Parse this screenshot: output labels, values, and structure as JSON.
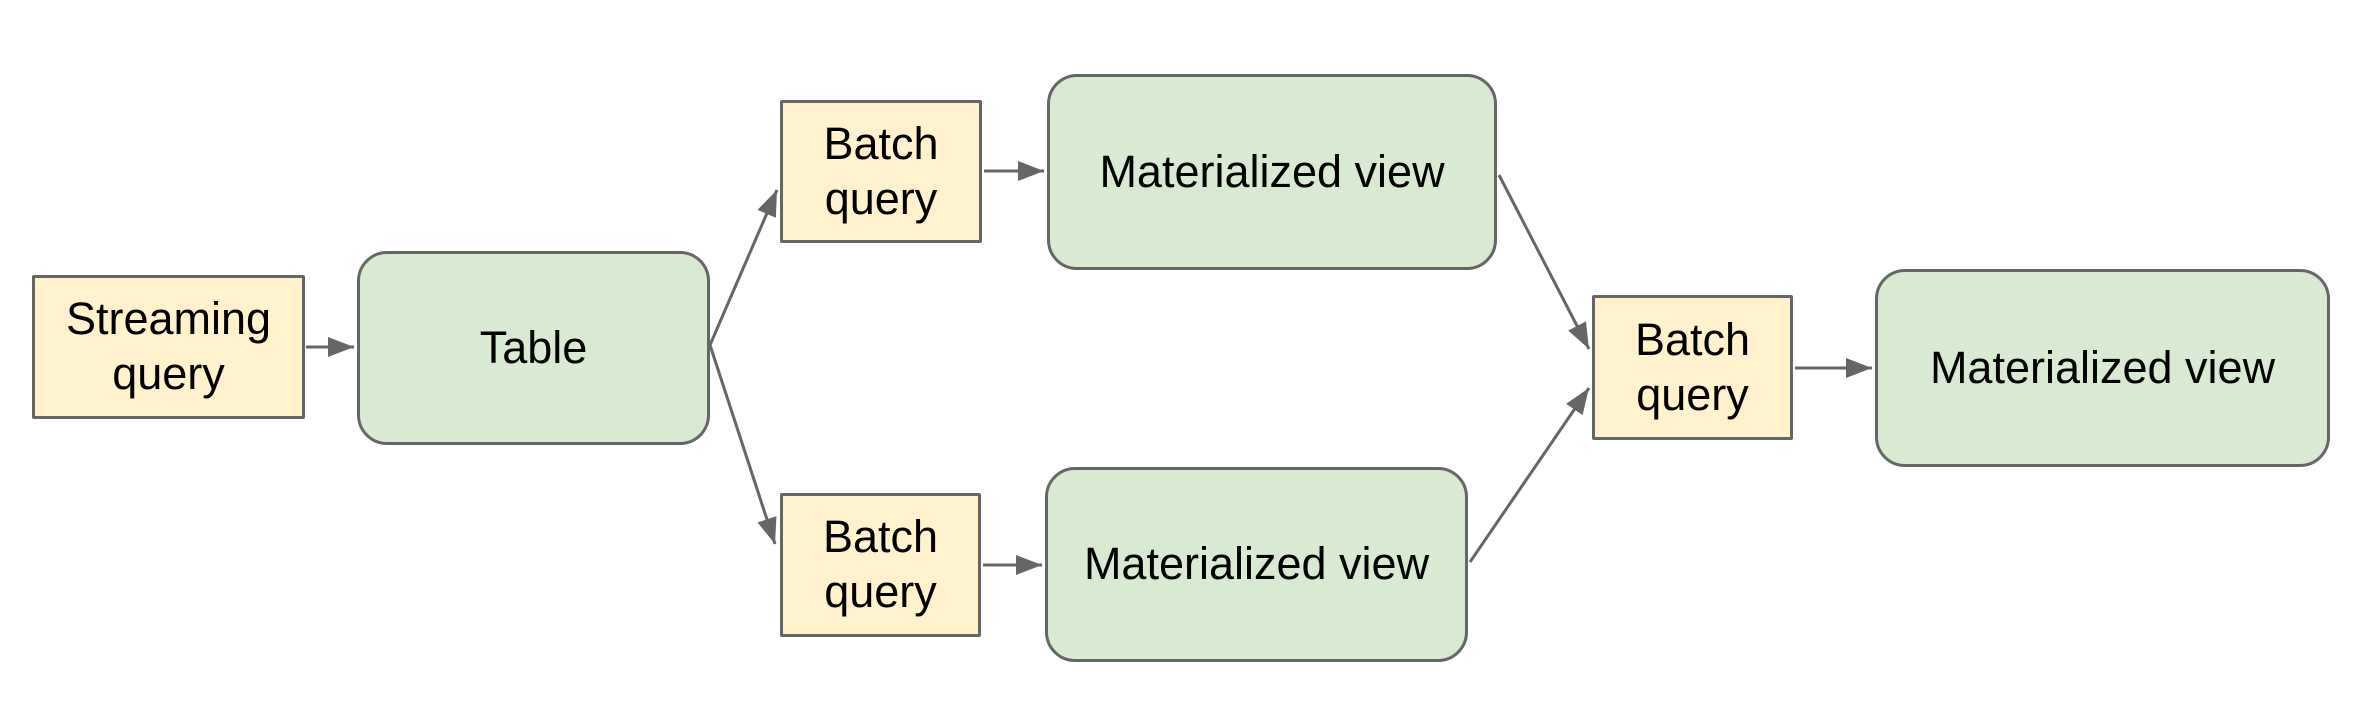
{
  "page": {
    "background": "#ffffff"
  },
  "diagram": {
    "type": "dataflow",
    "colors": {
      "background": "#ffffff",
      "yellow_fill": "#fff2cc",
      "green_fill": "#d9ead3",
      "border": "#666666",
      "arrow": "#666666",
      "text": "#000000"
    },
    "nodes": [
      {
        "id": "streaming-query",
        "label": "Streaming query",
        "kind": "query"
      },
      {
        "id": "table",
        "label": "Table",
        "kind": "store"
      },
      {
        "id": "batch-query-top",
        "label": "Batch query",
        "kind": "query"
      },
      {
        "id": "mv-top",
        "label": "Materialized view",
        "kind": "store"
      },
      {
        "id": "batch-query-bottom",
        "label": "Batch query",
        "kind": "query"
      },
      {
        "id": "mv-bottom",
        "label": "Materialized view",
        "kind": "store"
      },
      {
        "id": "batch-query-right",
        "label": "Batch query",
        "kind": "query"
      },
      {
        "id": "mv-final",
        "label": "Materialized view",
        "kind": "store"
      }
    ],
    "edges": [
      {
        "from": "streaming-query",
        "to": "table"
      },
      {
        "from": "table",
        "to": "batch-query-top"
      },
      {
        "from": "table",
        "to": "batch-query-bottom"
      },
      {
        "from": "batch-query-top",
        "to": "mv-top"
      },
      {
        "from": "batch-query-bottom",
        "to": "mv-bottom"
      },
      {
        "from": "mv-top",
        "to": "batch-query-right"
      },
      {
        "from": "mv-bottom",
        "to": "batch-query-right"
      },
      {
        "from": "batch-query-right",
        "to": "mv-final"
      }
    ]
  }
}
